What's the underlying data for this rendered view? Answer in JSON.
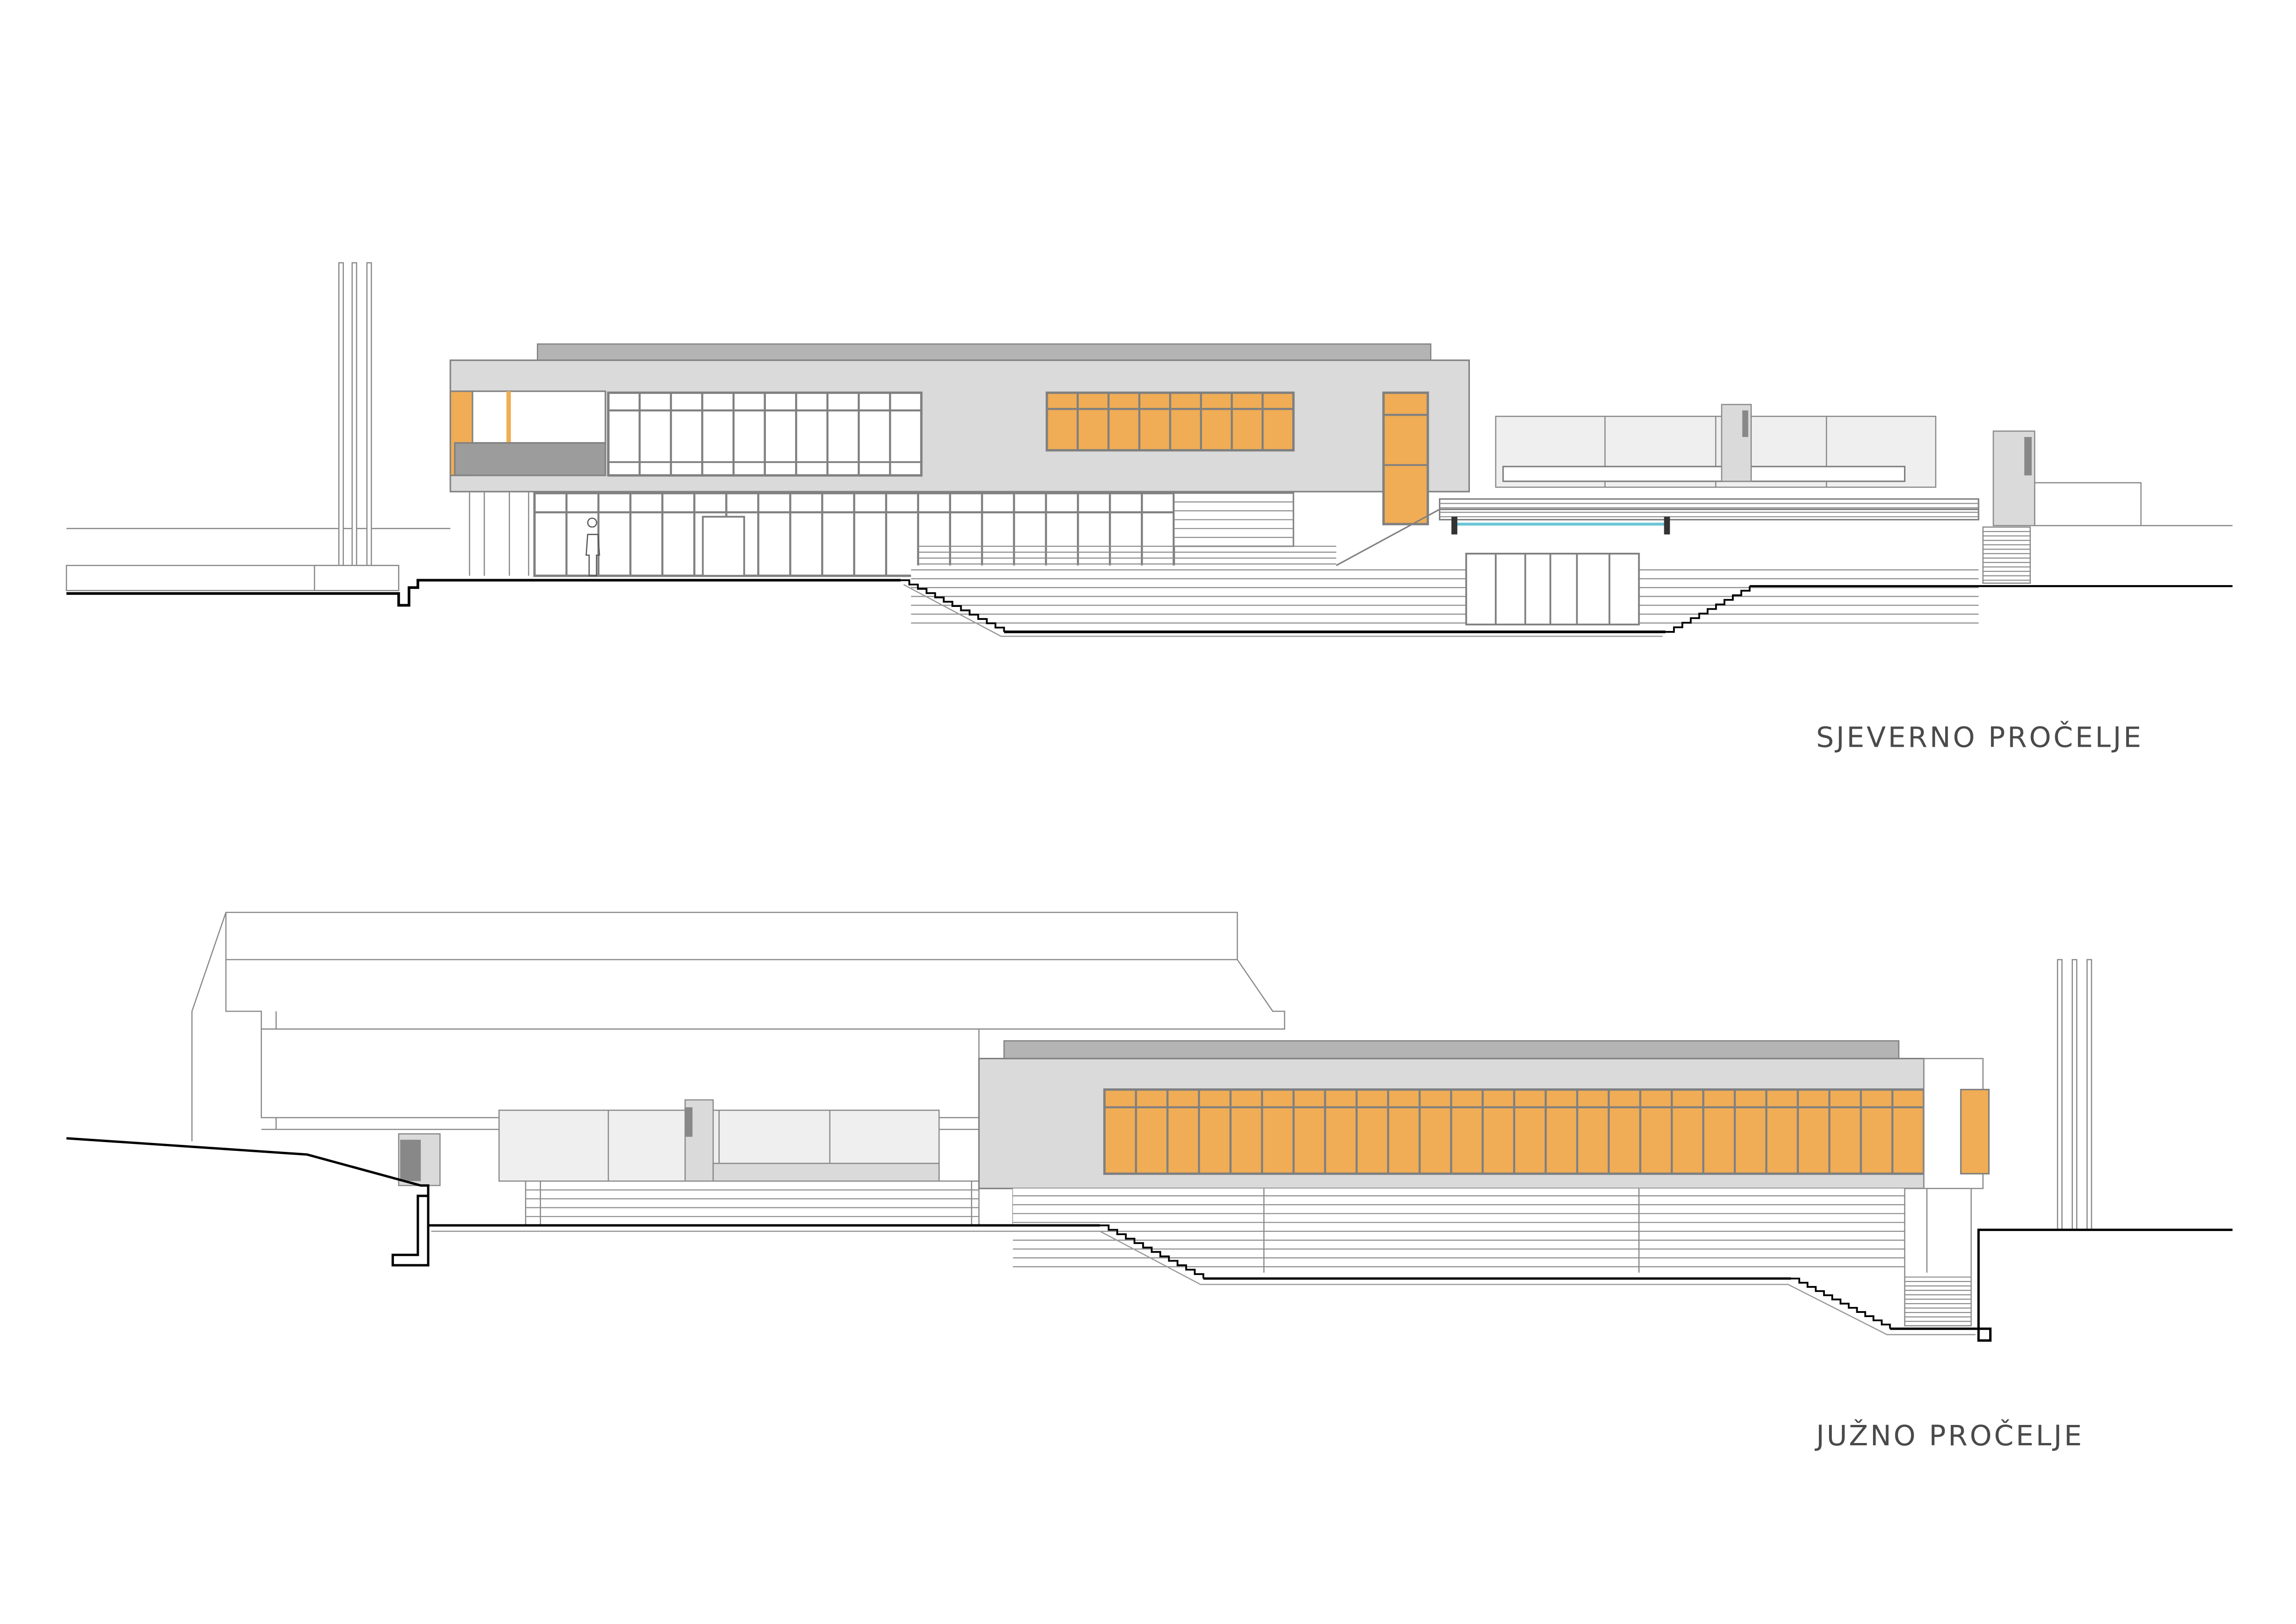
{
  "drawings": [
    {
      "id": "north",
      "title": "SJEVERNO PROČELJE"
    },
    {
      "id": "south",
      "title": "JUŽNO PROČELJE"
    }
  ],
  "colors": {
    "facade": "#dadada",
    "parapet": "#b4b4b4",
    "frame": "#808080",
    "panel_orange": "#f0ad55",
    "ground": "#000000",
    "line": "#8a8a8a",
    "pool": "#6cc6d6",
    "mesh": "#9a9a9a"
  }
}
